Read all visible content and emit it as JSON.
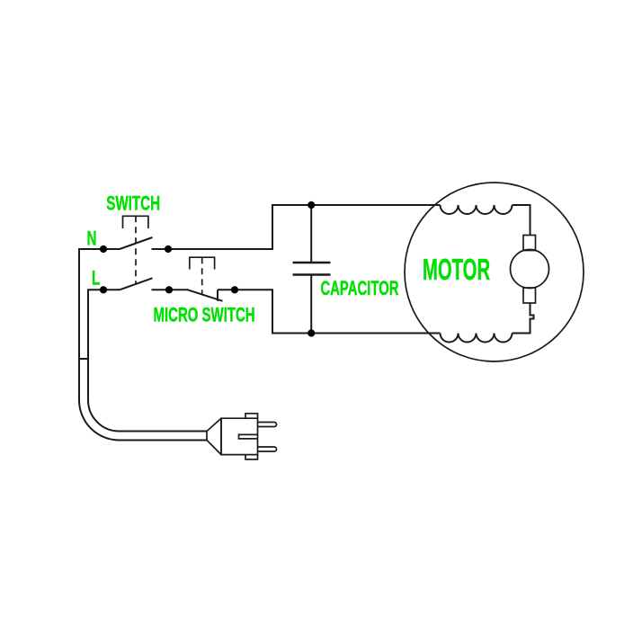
{
  "diagram": {
    "type": "electrical-schematic",
    "description": "Wiring diagram of a single-phase motor with double-pole switch, micro switch, capacitor and mains plug",
    "background_color": "#ffffff",
    "line_color": "#1a1a1a",
    "label_color": "#00e000",
    "labels": {
      "switch": "SWITCH",
      "terminal_n": "N",
      "terminal_l": "L",
      "micro_switch": "MICRO SWITCH",
      "capacitor": "CAPACITOR",
      "motor": "MOTOR"
    },
    "components": [
      {
        "name": "double-pole switch",
        "label": "SWITCH"
      },
      {
        "name": "micro switch",
        "label": "MICRO SWITCH"
      },
      {
        "name": "capacitor",
        "label": "CAPACITOR"
      },
      {
        "name": "motor with two field windings and commutator",
        "label": "MOTOR"
      },
      {
        "name": "mains plug with cord",
        "label": ""
      }
    ],
    "terminals": [
      "N",
      "L"
    ]
  }
}
